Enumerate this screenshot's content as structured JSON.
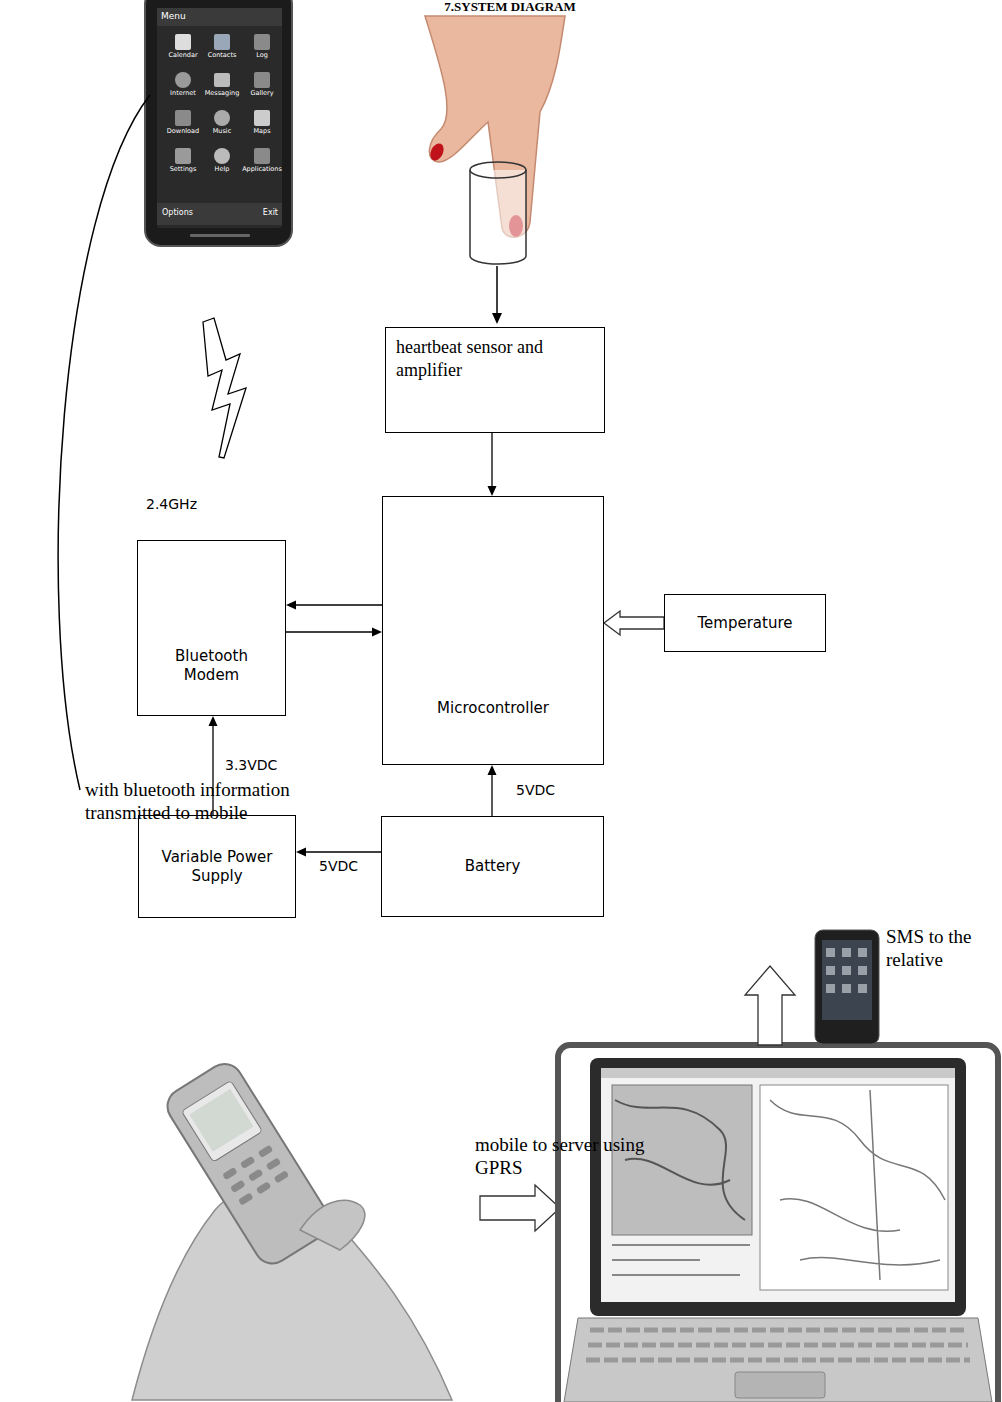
{
  "diagram": {
    "title": "7.SYSTEM DIAGRAM",
    "nodes": [
      {
        "text": [
          "heartbeat sensor and amplifier"
        ]
      },
      {
        "text": [
          "Microcontroller"
        ]
      },
      {
        "text": [
          "Temperature"
        ]
      },
      {
        "text": [
          "Bluetooth Modem"
        ]
      },
      {
        "text": [
          "Variable Power Supply"
        ]
      },
      {
        "text": [
          "Battery"
        ]
      }
    ],
    "edges": [
      {
        "from": 0,
        "to": 1,
        "arrow": "to"
      },
      {
        "from": 2,
        "to": 1,
        "arrow": "to"
      },
      {
        "from": 1,
        "to": 3,
        "arrow": "to"
      },
      {
        "from": 3,
        "to": 1,
        "arrow": "to"
      },
      {
        "from": 5,
        "to": 1,
        "arrow": "to",
        "label": "5VDC"
      },
      {
        "from": 5,
        "to": 4,
        "arrow": "to",
        "label": "5VDC"
      },
      {
        "from": 4,
        "to": 3,
        "arrow": "to",
        "label": "3.3VDC"
      }
    ],
    "labels": [
      "2.4GHz",
      "with bluetooth information transmitted to mobile",
      "mobile to server using GPRS",
      "SMS to the relative",
      "Menu",
      "Calendar",
      "Contacts",
      "Log",
      "Internet",
      "Messaging",
      "Gallery",
      "Download",
      "Music",
      "Maps",
      "Settings",
      "Help",
      "Applications",
      "Options",
      "Exit"
    ]
  }
}
